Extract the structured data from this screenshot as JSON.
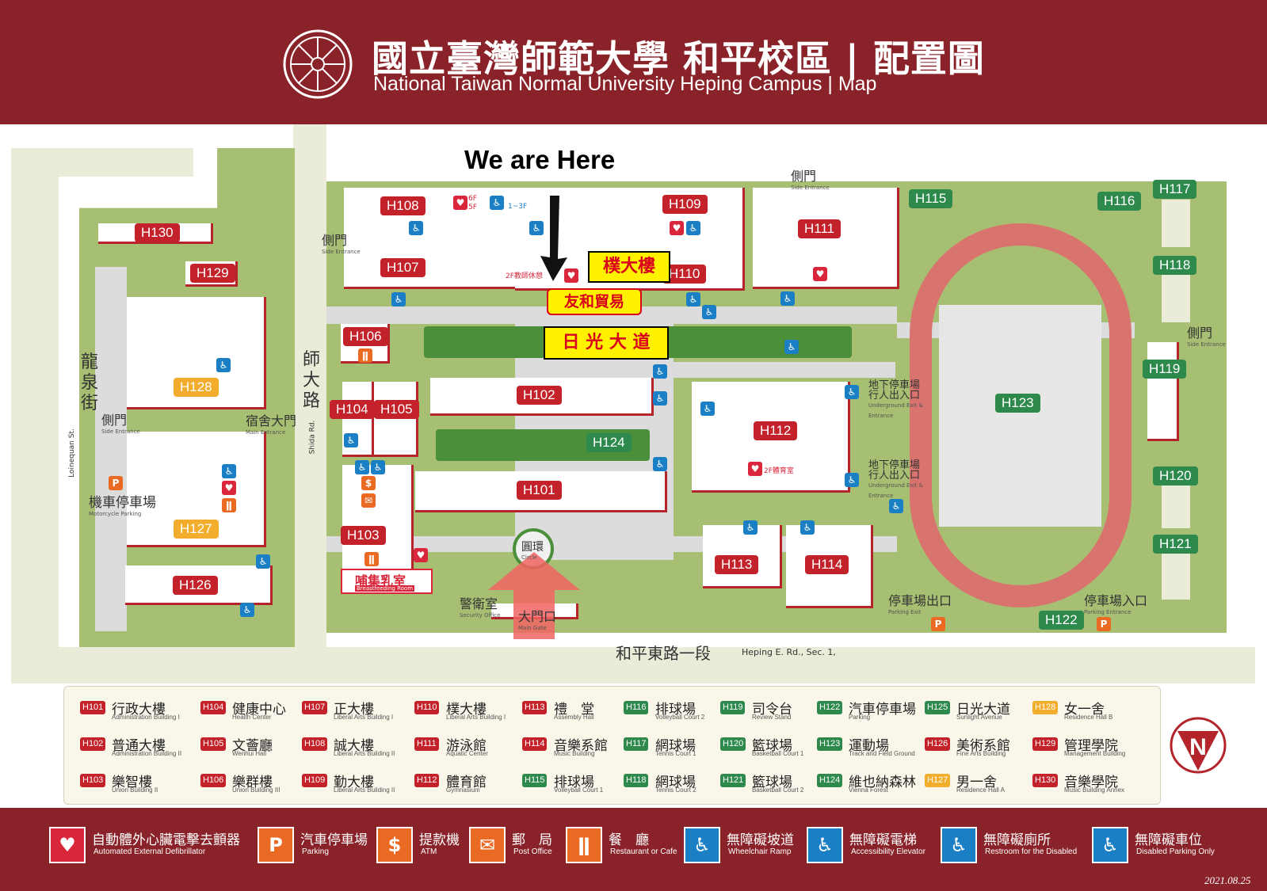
{
  "header": {
    "title_zh": "國立臺灣師範大學 和平校區 | 配置圖",
    "title_en": "National Taiwan Normal University  Heping Campus | Map"
  },
  "callouts": {
    "we_are_here": "We are Here",
    "pu_building": "樸大樓",
    "youhe": "友和貿易",
    "sunlight": "日 光 大 道"
  },
  "buildings": [
    {
      "code": "H101",
      "color": "red"
    },
    {
      "code": "H102",
      "color": "red"
    },
    {
      "code": "H103",
      "color": "red"
    },
    {
      "code": "H104",
      "color": "red"
    },
    {
      "code": "H105",
      "color": "red"
    },
    {
      "code": "H106",
      "color": "red"
    },
    {
      "code": "H107",
      "color": "red"
    },
    {
      "code": "H108",
      "color": "red"
    },
    {
      "code": "H109",
      "color": "red"
    },
    {
      "code": "H110",
      "color": "red"
    },
    {
      "code": "H111",
      "color": "red"
    },
    {
      "code": "H112",
      "color": "red"
    },
    {
      "code": "H113",
      "color": "red"
    },
    {
      "code": "H114",
      "color": "red"
    },
    {
      "code": "H115",
      "color": "green"
    },
    {
      "code": "H116",
      "color": "green"
    },
    {
      "code": "H117",
      "color": "green"
    },
    {
      "code": "H118",
      "color": "green"
    },
    {
      "code": "H119",
      "color": "green"
    },
    {
      "code": "H120",
      "color": "green"
    },
    {
      "code": "H121",
      "color": "green"
    },
    {
      "code": "H122",
      "color": "green"
    },
    {
      "code": "H123",
      "color": "green"
    },
    {
      "code": "H124",
      "color": "green"
    },
    {
      "code": "H126",
      "color": "red"
    },
    {
      "code": "H127",
      "color": "yellow"
    },
    {
      "code": "H128",
      "color": "yellow"
    },
    {
      "code": "H129",
      "color": "red"
    },
    {
      "code": "H130",
      "color": "red"
    }
  ],
  "map_labels": {
    "side_entrance_zh": "側門",
    "side_entrance_en": "Side Entrance",
    "longquan_zh": "龍泉街",
    "longquan_en": "Loinequan St.",
    "shida_zh": "師大路",
    "shida_en": "Shida Rd.",
    "dorm_gate_zh": "宿舍大門",
    "dorm_gate_en": "Main Entrance",
    "moto_zh": "機車停車場",
    "moto_en": "Motorcycle Parking",
    "underground_zh": "地下停車場 行人出入口",
    "underground_en": "Underground Exit & Entrance",
    "circle_zh": "圓環",
    "circle_en": "Circle",
    "security_zh": "警衛室",
    "security_en": "Security Office",
    "main_gate_zh": "大門口",
    "main_gate_en": "Main Gate",
    "parking_exit_zh": "停車場出口",
    "parking_exit_en": "Parking Exit",
    "parking_entrance_zh": "停車場入口",
    "parking_entrance_en": "Parking Entrance",
    "heping_zh": "和平東路一段",
    "heping_en": "Heping E. Rd., Sec. 1,",
    "lounge": "2F教師休憩",
    "gym_room": "2F體育室",
    "floors_1": "6F",
    "floors_2": "5F",
    "floors_3": "1~3F",
    "breastfeeding_zh": "哺集乳室",
    "breastfeeding_en": "Breastfeeding Room"
  },
  "legend": [
    {
      "code": "H101",
      "zh": "行政大樓",
      "en": "Administration Building I",
      "color": "#c4222a"
    },
    {
      "code": "H102",
      "zh": "普通大樓",
      "en": "Administration Building II",
      "color": "#c4222a"
    },
    {
      "code": "H103",
      "zh": "樂智樓",
      "en": "Union Building II",
      "color": "#c4222a"
    },
    {
      "code": "H104",
      "zh": "健康中心",
      "en": "Health Center",
      "color": "#c4222a"
    },
    {
      "code": "H105",
      "zh": "文薈廳",
      "en": "Wenhui Hall",
      "color": "#c4222a"
    },
    {
      "code": "H106",
      "zh": "樂群樓",
      "en": "Union Building III",
      "color": "#c4222a"
    },
    {
      "code": "H107",
      "zh": "正大樓",
      "en": "Liberal Arts Building I",
      "color": "#c4222a"
    },
    {
      "code": "H108",
      "zh": "誠大樓",
      "en": "Liberal Arts Building II",
      "color": "#c4222a"
    },
    {
      "code": "H109",
      "zh": "勤大樓",
      "en": "Liberal Arts Building II",
      "color": "#c4222a"
    },
    {
      "code": "H110",
      "zh": "樸大樓",
      "en": "Liberal Arts Building I",
      "color": "#c4222a"
    },
    {
      "code": "H111",
      "zh": "游泳館",
      "en": "Aquatic Center",
      "color": "#c4222a"
    },
    {
      "code": "H112",
      "zh": "體育館",
      "en": "Gymnasium",
      "color": "#c4222a"
    },
    {
      "code": "H113",
      "zh": "禮　堂",
      "en": "Assembly Hall",
      "color": "#c4222a"
    },
    {
      "code": "H114",
      "zh": "音樂系館",
      "en": "Music Building",
      "color": "#c4222a"
    },
    {
      "code": "H115",
      "zh": "排球場",
      "en": "Volleyball Court 1",
      "color": "#2e8a4c"
    },
    {
      "code": "H116",
      "zh": "排球場",
      "en": "Volleyball Court 2",
      "color": "#2e8a4c"
    },
    {
      "code": "H117",
      "zh": "網球場",
      "en": "Tennis Court 1",
      "color": "#2e8a4c"
    },
    {
      "code": "H118",
      "zh": "網球場",
      "en": "Tennis Court 2",
      "color": "#2e8a4c"
    },
    {
      "code": "H119",
      "zh": "司令台",
      "en": "Review Stand",
      "color": "#2e8a4c"
    },
    {
      "code": "H120",
      "zh": "籃球場",
      "en": "Basketball Court 1",
      "color": "#2e8a4c"
    },
    {
      "code": "H121",
      "zh": "籃球場",
      "en": "Basketball Court 2",
      "color": "#2e8a4c"
    },
    {
      "code": "H122",
      "zh": "汽車停車場",
      "en": "Parking",
      "color": "#2e8a4c"
    },
    {
      "code": "H123",
      "zh": "運動場",
      "en": "Track and Field Ground",
      "color": "#2e8a4c"
    },
    {
      "code": "H124",
      "zh": "維也納森林",
      "en": "Vienna Forest",
      "color": "#2e8a4c"
    },
    {
      "code": "H125",
      "zh": "日光大道",
      "en": "Sunlight Avenue",
      "color": "#2e8a4c"
    },
    {
      "code": "H126",
      "zh": "美術系館",
      "en": "Fine Arts Building",
      "color": "#c4222a"
    },
    {
      "code": "H127",
      "zh": "男一舍",
      "en": "Residence Hall A",
      "color": "#f2ad2c"
    },
    {
      "code": "H128",
      "zh": "女一舍",
      "en": "Residence Hall B",
      "color": "#f2ad2c"
    },
    {
      "code": "H129",
      "zh": "管理學院",
      "en": "Management Building",
      "color": "#c4222a"
    },
    {
      "code": "H130",
      "zh": "音樂學院",
      "en": "Music Building Annex",
      "color": "#c4222a"
    }
  ],
  "footer": [
    {
      "icon": "aed-icon",
      "glyph": "♥",
      "zh": "自動體外心臟電擊去顫器",
      "en": "Automated External Defibrillator",
      "bg": "#d9263a"
    },
    {
      "icon": "parking-icon",
      "glyph": "P",
      "zh": "汽車停車場",
      "en": "Parking",
      "bg": "#ea6a23"
    },
    {
      "icon": "atm-icon",
      "glyph": "$",
      "zh": "提款機",
      "en": "ATM",
      "bg": "#ea6a23"
    },
    {
      "icon": "post-office-icon",
      "glyph": "✉",
      "zh": "郵　局",
      "en": "Post Office",
      "bg": "#ea6a23"
    },
    {
      "icon": "restaurant-icon",
      "glyph": "ǁ",
      "zh": "餐　廳",
      "en": "Restaurant or Cafe",
      "bg": "#ea6a23"
    },
    {
      "icon": "wheelchair-ramp-icon",
      "glyph": "♿",
      "zh": "無障礙坡道",
      "en": "Wheelchair Ramp",
      "bg": "#1a7fc4"
    },
    {
      "icon": "accessible-elevator-icon",
      "glyph": "♿",
      "zh": "無障礙電梯",
      "en": "Accessibility Elevator",
      "bg": "#1a7fc4"
    },
    {
      "icon": "accessible-restroom-icon",
      "glyph": "♿",
      "zh": "無障礙廁所",
      "en": "Restroom for the Disabled",
      "bg": "#1a7fc4"
    },
    {
      "icon": "disabled-parking-icon",
      "glyph": "♿",
      "zh": "無障礙車位",
      "en": "Disabled Parking Only",
      "bg": "#1a7fc4"
    }
  ],
  "north": "N",
  "date": "2021.08.25"
}
